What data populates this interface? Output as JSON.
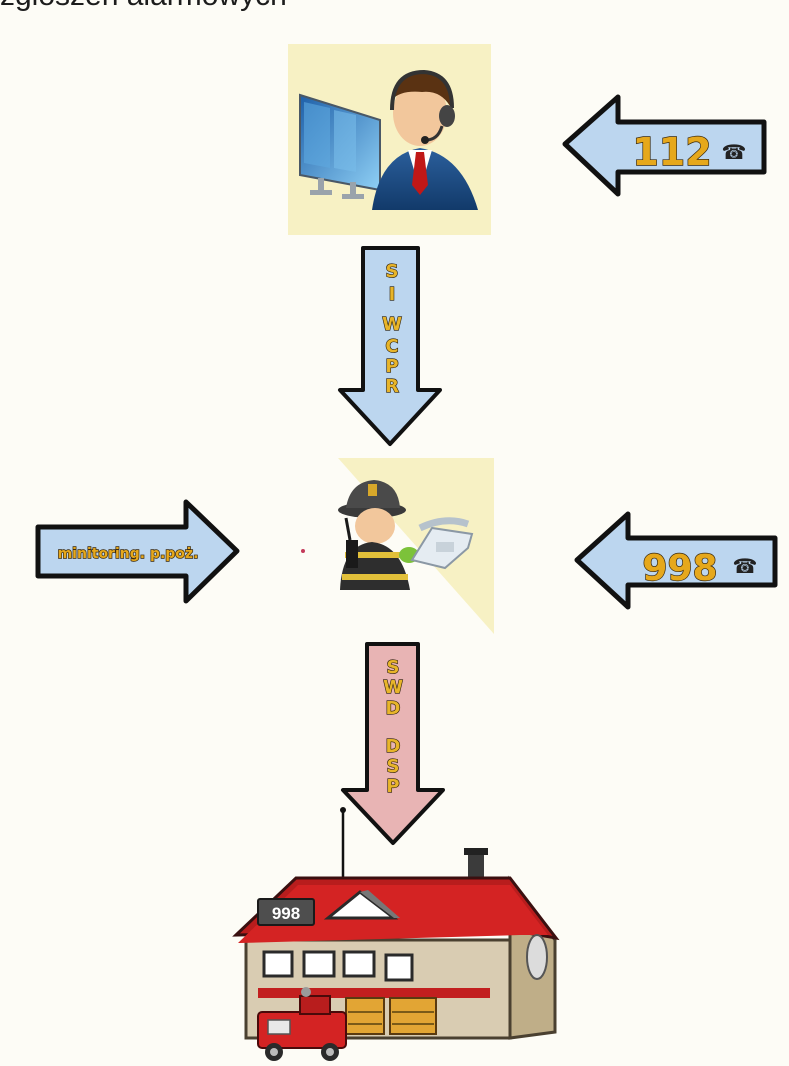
{
  "title": "zgłoszeń alarmowych",
  "arrows": {
    "top_right": {
      "number": "112",
      "phone_glyph": "☎"
    },
    "middle_right": {
      "number": "998",
      "phone_glyph": "☎"
    },
    "middle_left": {
      "label": "minitoring. p.poż."
    },
    "vertical_top": {
      "letters": [
        "S",
        "I",
        "W",
        "C",
        "P",
        "R"
      ]
    },
    "vertical_bottom": {
      "letters": [
        "S",
        "W",
        "D",
        "D",
        "S",
        "P"
      ]
    }
  },
  "station": {
    "badge": "998"
  },
  "icons": [
    "operator-icon",
    "firefighter-icon",
    "fire-station-icon",
    "fire-truck-icon",
    "telephone-icon"
  ],
  "colors": {
    "arrow_blue": "#bcd6ef",
    "arrow_pink": "#e8b4b4",
    "arrow_text": "#e6a81c",
    "roof_red": "#d42323",
    "panel_yellow": "#f7f1c4"
  }
}
